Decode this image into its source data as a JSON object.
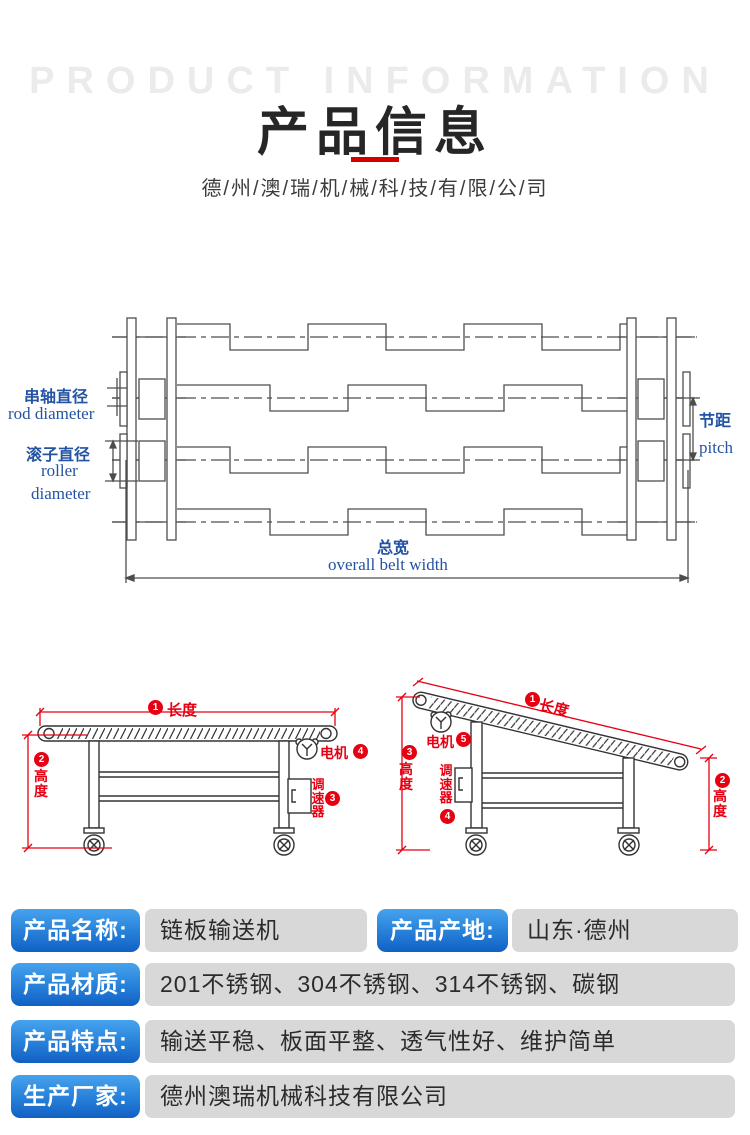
{
  "header": {
    "watermark": "PRODUCT INFORMATION",
    "title": "产品信息",
    "company": "德/州/澳/瑞/机/械/科/技/有/限/公/司"
  },
  "technical_drawing": {
    "labels": {
      "rod_diameter_cn": "串轴直径",
      "rod_diameter_en": "rod  diameter",
      "roller_diameter_cn": "滚子直径",
      "roller_en": "roller",
      "diameter_en": "diameter",
      "pitch_cn": "节距",
      "pitch_en": "pitch",
      "overall_width_cn": "总宽",
      "overall_width_en": "overall  belt  width"
    }
  },
  "diagrams": {
    "flat": {
      "length_num": "1",
      "length_label": "长度",
      "height_num": "2",
      "height_label": "高度",
      "motor_label": "电机",
      "motor_num": "4",
      "governor_label": "调速器",
      "governor_num": "3"
    },
    "incline": {
      "length_num": "1",
      "length_label": "长度",
      "height_left_num": "3",
      "height_left_label": "高度",
      "height_right_num": "2",
      "height_right_label": "高度",
      "motor_label": "电机",
      "motor_num": "5",
      "governor_label": "调速器",
      "governor_num": "4"
    }
  },
  "info_table": {
    "rows": [
      {
        "label": "产品名称:",
        "value": "链板输送机"
      },
      {
        "label": "产品产地:",
        "value": "山东·德州"
      },
      {
        "label": "产品材质:",
        "value": "201不锈钢、304不锈钢、314不锈钢、碳钢"
      },
      {
        "label": "产品特点:",
        "value": "输送平稳、板面平整、透气性好、维护简单"
      },
      {
        "label": "生产厂家:",
        "value": "德州澳瑞机械科技有限公司"
      }
    ]
  },
  "colors": {
    "accent_red": "#e60012",
    "underline_red": "#d40000",
    "drawing_blue": "#2453a4",
    "label_blue_top": "#47a3ee",
    "label_blue_bottom": "#1160c4",
    "value_gray": "#d8d8d8",
    "watermark_gray": "#ebebeb"
  }
}
